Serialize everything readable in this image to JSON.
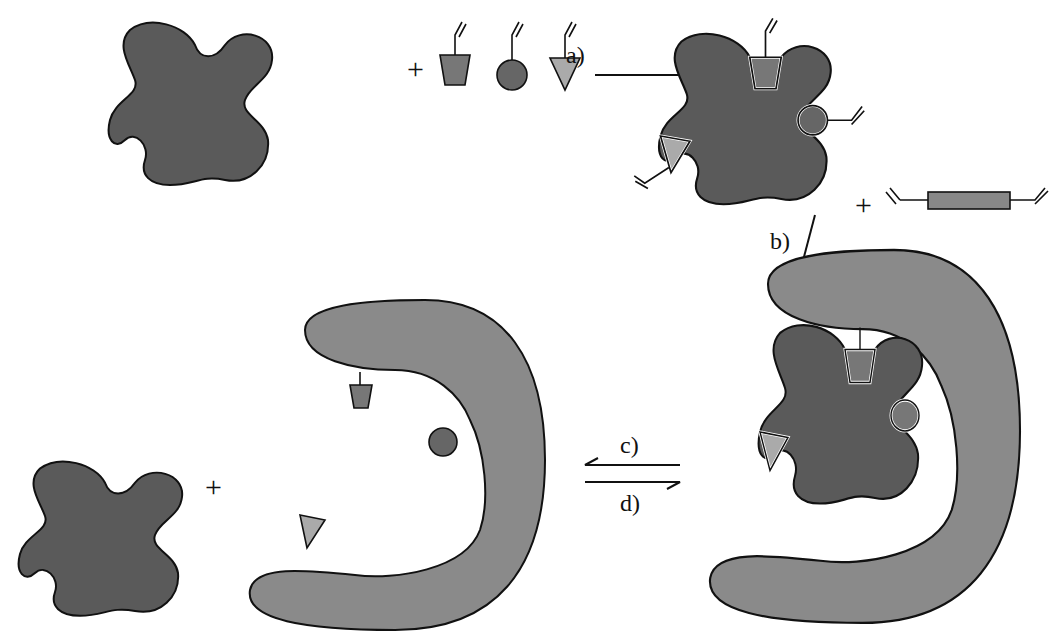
{
  "diagram": {
    "labels": [
      "+",
      "a)",
      "+",
      "b)",
      "+",
      "c)",
      "d)"
    ]
  }
}
